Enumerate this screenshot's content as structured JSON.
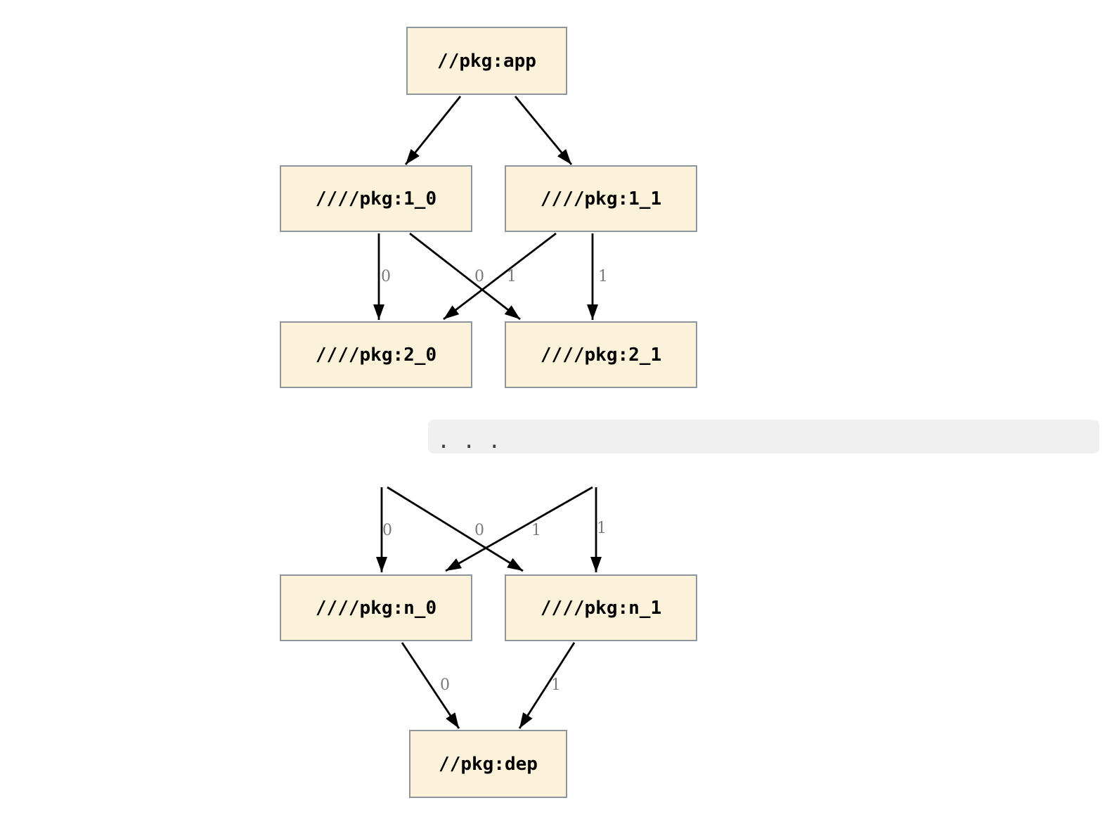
{
  "graph": {
    "nodes": {
      "app": "//pkg:app",
      "l1_0": "////pkg:1_0",
      "l1_1": "////pkg:1_1",
      "l2_0": "////pkg:2_0",
      "l2_1": "////pkg:2_1",
      "ln_0": "////pkg:n_0",
      "ln_1": "////pkg:n_1",
      "dep": "//pkg:dep"
    },
    "ellipsis": ". . .",
    "edges": [
      {
        "from": "//pkg:app",
        "to": "////pkg:1_0",
        "label": ""
      },
      {
        "from": "//pkg:app",
        "to": "////pkg:1_1",
        "label": ""
      },
      {
        "from": "////pkg:1_0",
        "to": "////pkg:2_0",
        "label": "0"
      },
      {
        "from": "////pkg:1_0",
        "to": "////pkg:2_1",
        "label": "1"
      },
      {
        "from": "////pkg:1_1",
        "to": "////pkg:2_0",
        "label": "0"
      },
      {
        "from": "////pkg:1_1",
        "to": "////pkg:2_1",
        "label": "1"
      },
      {
        "from": "...",
        "to": "////pkg:n_0",
        "label": "0"
      },
      {
        "from": "...",
        "to": "////pkg:n_1",
        "label": "1"
      },
      {
        "from": "...",
        "to": "////pkg:n_0",
        "label": "0"
      },
      {
        "from": "...",
        "to": "////pkg:n_1",
        "label": "1"
      },
      {
        "from": "////pkg:n_0",
        "to": "//pkg:dep",
        "label": "0"
      },
      {
        "from": "////pkg:n_1",
        "to": "//pkg:dep",
        "label": "1"
      }
    ],
    "colors": {
      "node_fill": "#FBF2D9",
      "node_border": "#8D969C",
      "edge": "#000000",
      "edge_label": "#7A7A7A",
      "ellipsis_bg": "#F0F0F0",
      "ellipsis_text": "#3F3F3F"
    }
  }
}
